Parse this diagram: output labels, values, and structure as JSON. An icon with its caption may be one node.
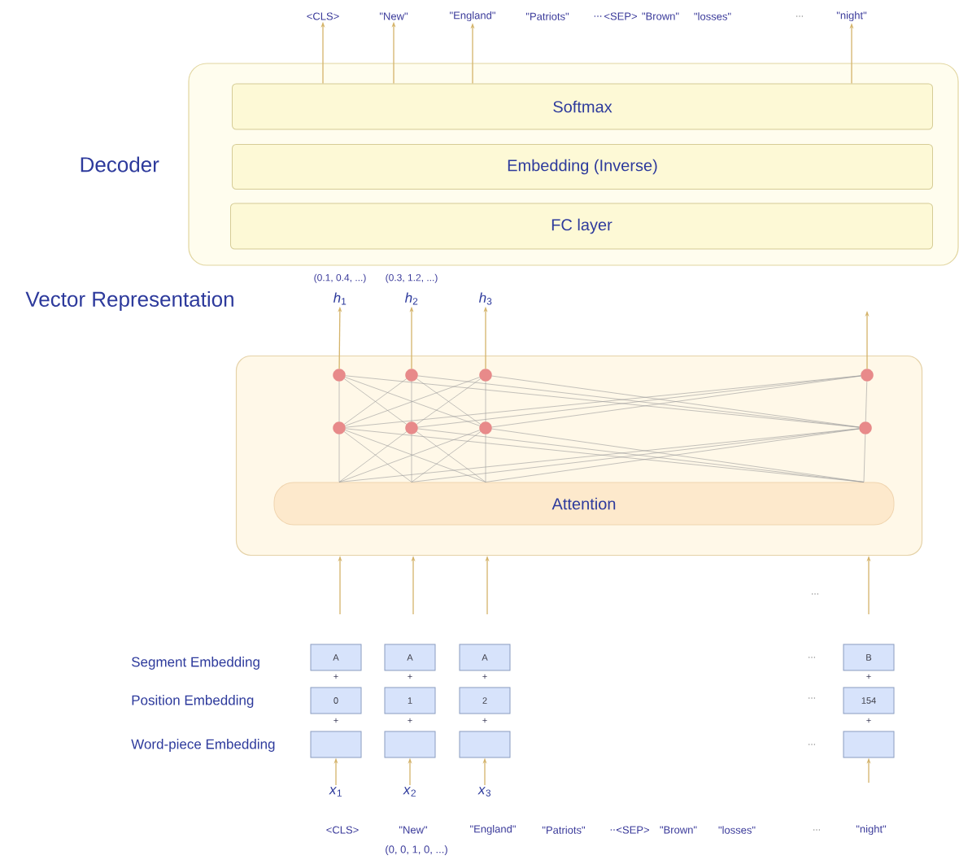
{
  "diagram": {
    "nodes": [
      {
        "text": [
          "<CLS>"
        ]
      },
      {
        "text": [
          "\"New\""
        ]
      },
      {
        "text": [
          "\"England\""
        ]
      },
      {
        "text": [
          "\"night\""
        ]
      },
      {
        "text": [
          "Decoder"
        ]
      },
      {
        "text": [
          "Softmax"
        ],
        "in": 4
      },
      {
        "text": [
          "Embedding (Inverse)"
        ],
        "in": 4
      },
      {
        "text": [
          "FC layer"
        ],
        "in": 4
      },
      {
        "text": [
          "*h*$_{1}$"
        ],
        "beside": [
          "(0.1, 0.4, ...)"
        ]
      },
      {
        "text": [
          "*h*$_{2}$"
        ],
        "beside": [
          "(0.3, 1.2, ...)"
        ]
      },
      {
        "text": [
          "*h*$_{3}$"
        ]
      },
      {
        "text": [],
        "shape": "box"
      },
      {
        "text": [],
        "shape": "circle",
        "in": 11
      },
      {
        "text": [],
        "shape": "circle",
        "in": 11
      },
      {
        "text": [],
        "shape": "circle",
        "in": 11
      },
      {
        "text": [],
        "shape": "circle",
        "in": 11
      },
      {
        "text": [],
        "shape": "circle",
        "in": 11
      },
      {
        "text": [],
        "shape": "circle",
        "in": 11
      },
      {
        "text": [],
        "shape": "circle",
        "in": 11
      },
      {
        "text": [],
        "shape": "circle",
        "in": 11
      },
      {
        "text": [
          "Attention"
        ],
        "in": 11
      },
      {
        "text": [
          "A"
        ]
      },
      {
        "text": [
          "A"
        ]
      },
      {
        "text": [
          "A"
        ]
      },
      {
        "text": [
          "B"
        ]
      },
      {
        "text": [
          "0"
        ]
      },
      {
        "text": [
          "1"
        ]
      },
      {
        "text": [
          "2"
        ]
      },
      {
        "text": [
          "154"
        ]
      },
      {
        "text": [],
        "shape": "box"
      },
      {
        "text": [],
        "shape": "box"
      },
      {
        "text": [],
        "shape": "box"
      },
      {
        "text": [],
        "shape": "box"
      },
      {
        "text": [
          "*x*$_{1}$"
        ]
      },
      {
        "text": [
          "*x*$_{2}$"
        ]
      },
      {
        "text": [
          "*x*$_{3}$"
        ]
      }
    ],
    "edges": [
      {
        "from": 5,
        "to": 0,
        "arrow": "to",
        "color": "#d4b36a"
      },
      {
        "from": 5,
        "to": 1,
        "arrow": "to",
        "color": "#d4b36a"
      },
      {
        "from": 5,
        "to": 2,
        "arrow": "to",
        "color": "#d4b36a"
      },
      {
        "from": 5,
        "to": 3,
        "arrow": "to",
        "color": "#d4b36a"
      },
      {
        "from": 12,
        "to": 8,
        "arrow": "to",
        "color": "#d4b36a"
      },
      {
        "from": 13,
        "to": 9,
        "arrow": "to",
        "color": "#d4b36a"
      },
      {
        "from": 14,
        "to": 10,
        "arrow": "to",
        "color": "#d4b36a"
      },
      {
        "from": 15,
        "to": null,
        "arrow": "to",
        "color": "#d4b36a"
      },
      {
        "from": 12,
        "to": 16,
        "arrow": "none"
      },
      {
        "from": 12,
        "to": 17,
        "arrow": "none"
      },
      {
        "from": 12,
        "to": 18,
        "arrow": "none"
      },
      {
        "from": 12,
        "to": 19,
        "arrow": "none"
      },
      {
        "from": 13,
        "to": 16,
        "arrow": "none"
      },
      {
        "from": 13,
        "to": 17,
        "arrow": "none"
      },
      {
        "from": 13,
        "to": 18,
        "arrow": "none"
      },
      {
        "from": 13,
        "to": 19,
        "arrow": "none"
      },
      {
        "from": 14,
        "to": 16,
        "arrow": "none"
      },
      {
        "from": 14,
        "to": 17,
        "arrow": "none"
      },
      {
        "from": 14,
        "to": 18,
        "arrow": "none"
      },
      {
        "from": 14,
        "to": 19,
        "arrow": "none"
      },
      {
        "from": 15,
        "to": 16,
        "arrow": "none"
      },
      {
        "from": 15,
        "to": 17,
        "arrow": "none"
      },
      {
        "from": 15,
        "to": 18,
        "arrow": "none"
      },
      {
        "from": 15,
        "to": 19,
        "arrow": "none"
      },
      {
        "from": 16,
        "to": 20,
        "arrow": "none"
      },
      {
        "from": 16,
        "to": 20,
        "arrow": "none"
      },
      {
        "from": 16,
        "to": 20,
        "arrow": "none"
      },
      {
        "from": 16,
        "to": 20,
        "arrow": "none"
      },
      {
        "from": 17,
        "to": 20,
        "arrow": "none"
      },
      {
        "from": 17,
        "to": 20,
        "arrow": "none"
      },
      {
        "from": 17,
        "to": 20,
        "arrow": "none"
      },
      {
        "from": 17,
        "to": 20,
        "arrow": "none"
      },
      {
        "from": 18,
        "to": 20,
        "arrow": "none"
      },
      {
        "from": 18,
        "to": 20,
        "arrow": "none"
      },
      {
        "from": 18,
        "to": 20,
        "arrow": "none"
      },
      {
        "from": 18,
        "to": 20,
        "arrow": "none"
      },
      {
        "from": 19,
        "to": 20,
        "arrow": "none"
      },
      {
        "from": 19,
        "to": 20,
        "arrow": "none"
      },
      {
        "from": 19,
        "to": 20,
        "arrow": "none"
      },
      {
        "from": 19,
        "to": 20,
        "arrow": "none"
      },
      {
        "from": null,
        "to": 11,
        "arrow": "to",
        "color": "#d4b36a"
      },
      {
        "from": null,
        "to": 11,
        "arrow": "to",
        "color": "#d4b36a"
      },
      {
        "from": null,
        "to": 11,
        "arrow": "to",
        "color": "#d4b36a"
      },
      {
        "from": null,
        "to": 11,
        "arrow": "to",
        "color": "#d4b36a"
      },
      {
        "from": 33,
        "to": 29,
        "arrow": "to",
        "color": "#d4b36a"
      },
      {
        "from": 34,
        "to": 30,
        "arrow": "to",
        "color": "#d4b36a"
      },
      {
        "from": 35,
        "to": 31,
        "arrow": "to",
        "color": "#d4b36a"
      },
      {
        "from": null,
        "to": 32,
        "arrow": "to",
        "color": "#d4b36a"
      }
    ],
    "labels": [
      "\"Patriots\"",
      "...",
      "<SEP>",
      "\"Brown\"",
      "\"losses\"",
      "...",
      "Vector Representation",
      "...",
      "Segment Embedding",
      "...",
      "+",
      "+",
      "+",
      "+",
      "Position Embedding",
      "...",
      "+",
      "+",
      "+",
      "+",
      "Word-piece Embedding",
      "...",
      "<CLS>",
      "\"New\"",
      "\"England\"",
      "\"Patriots\"",
      "...",
      "<SEP>",
      "\"Brown\"",
      "\"losses\"",
      "...",
      "\"night\"",
      "(0, 0, 1, 0, ...)"
    ]
  }
}
